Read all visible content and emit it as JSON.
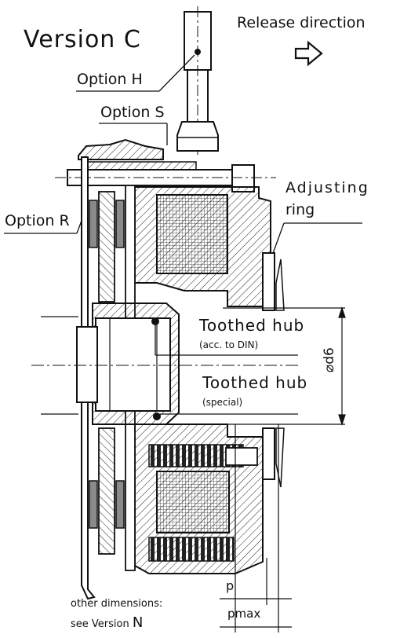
{
  "title": "Version C",
  "release_direction": "Release direction",
  "options": {
    "h": "Option H",
    "s": "Option S",
    "r": "Option R"
  },
  "adjusting_ring": {
    "line1": "Adjusting",
    "line2": "ring"
  },
  "toothed_hub_din": {
    "label": "Toothed hub",
    "note": "(acc. to DIN)"
  },
  "toothed_hub_special": {
    "label": "Toothed hub",
    "note": "(special)"
  },
  "dimension_d6": "⌀d6",
  "dimension_p": "p",
  "dimension_pmax": "pmax",
  "other_dimensions": {
    "line1": "other dimensions:",
    "line2_prefix": "see Version",
    "line2_version": "N"
  },
  "icons": {
    "release_arrow": "outline-right-arrow-icon"
  },
  "colors": {
    "line": "#111111",
    "hatch": "#222222",
    "background": "#ffffff",
    "friction_lining": "#8a8a8a"
  }
}
